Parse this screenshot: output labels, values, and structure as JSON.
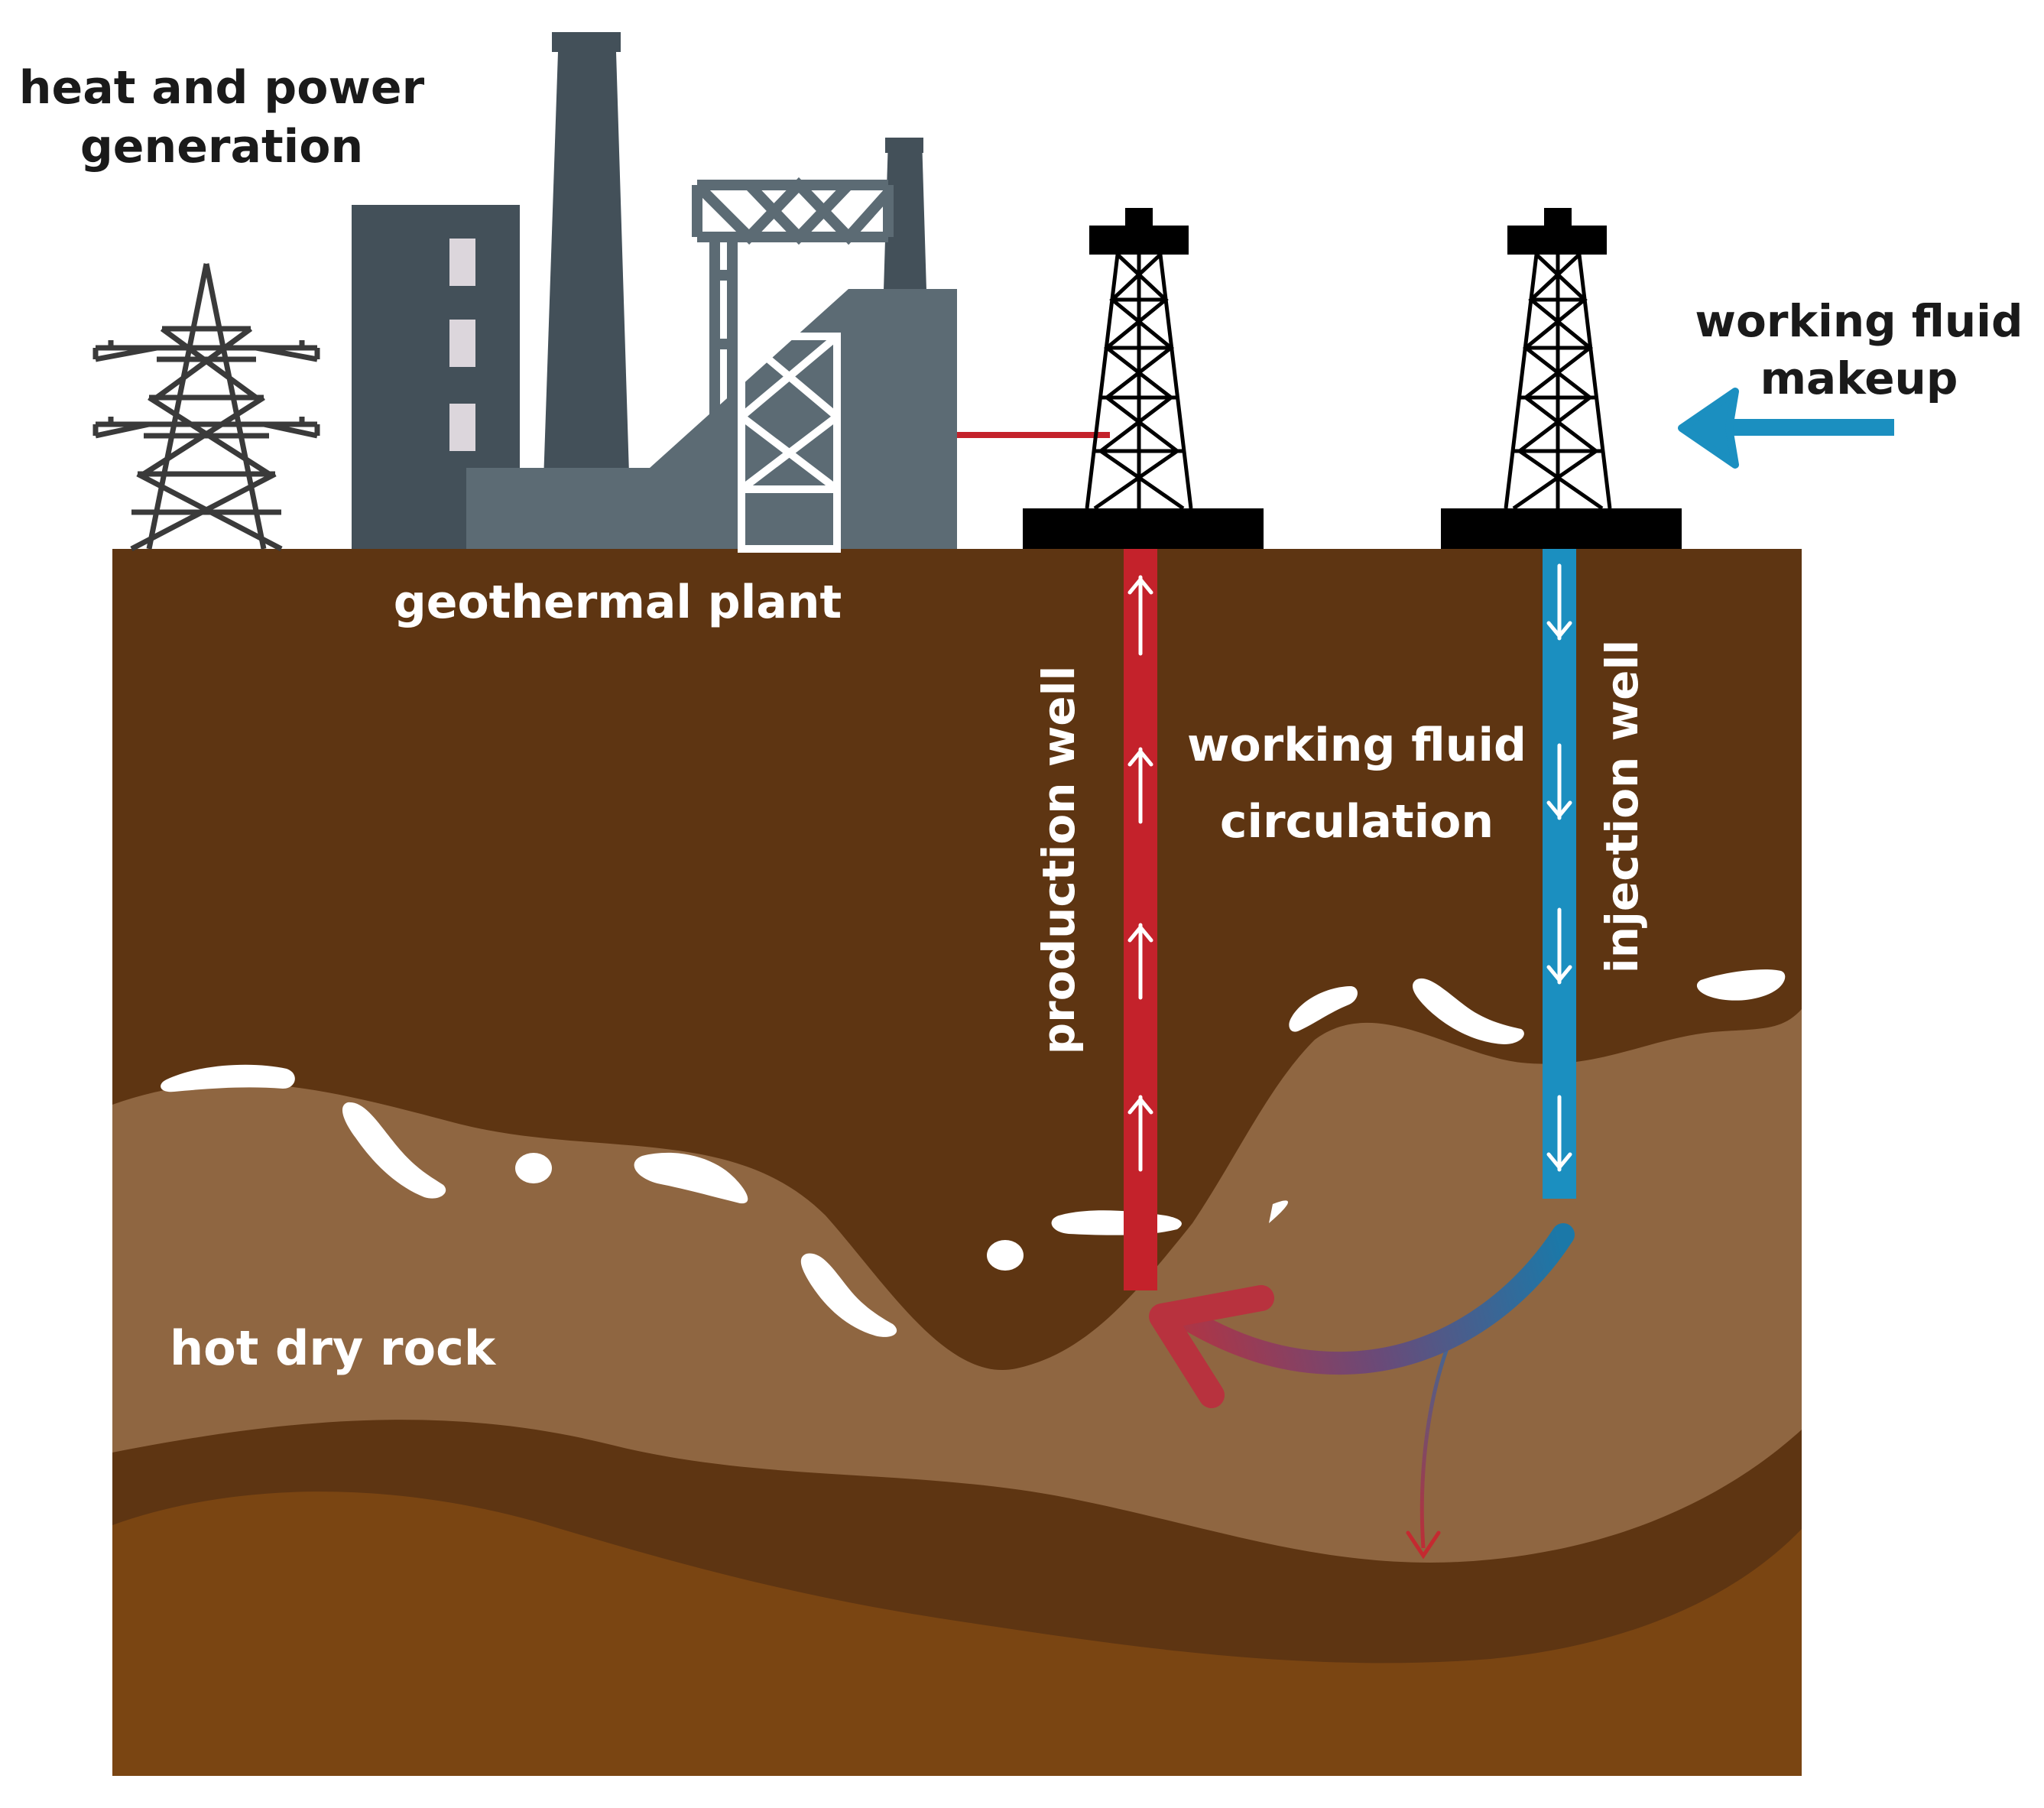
{
  "labels": {
    "heat_power_line1": "heat and power",
    "heat_power_line2": "generation",
    "geothermal_plant": "geothermal plant",
    "working_fluid_makeup_line1": "working fluid",
    "working_fluid_makeup_line2": "makeup",
    "production_well": "production well",
    "injection_well": "injection well",
    "circulation_line1": "working fluid",
    "circulation_line2": "circulation",
    "hot_dry_rock": "hot dry rock"
  },
  "colors": {
    "topsoil": "#5e3512",
    "hot_rock": "#8f6641",
    "deep_band": "#5e3512",
    "bottom": "#7a4512",
    "plant_dark": "#435059",
    "plant_light": "#5c6b74",
    "window": "#dcd6dc",
    "production": "#c4222b",
    "injection": "#1b8fc0",
    "derrick": "#000000",
    "fracture": "#ffffff"
  },
  "icons": {
    "tower": "power-pylon-icon",
    "derrick": "drilling-rig-icon",
    "arrow_up": "arrow-up-icon",
    "arrow_down": "arrow-down-icon"
  }
}
